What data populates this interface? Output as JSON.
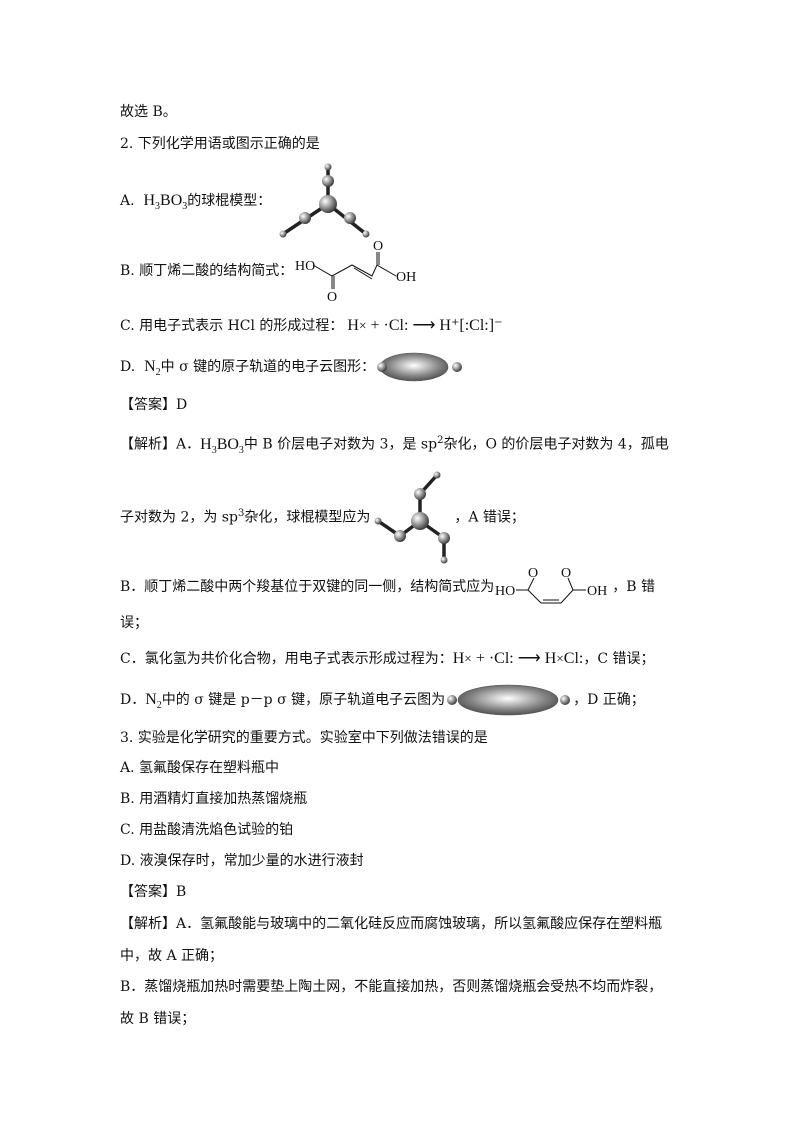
{
  "lines": {
    "l1": "故选 B。",
    "q2": "2. 下列化学用语或图示正确的是",
    "q2a_label": "A.",
    "q2a_formula": [
      "H",
      "3",
      "BO",
      "3"
    ],
    "q2a_text": "的球棍模型：",
    "q2b": "B. 顺丁烯二酸的结构简式：",
    "q2c": "C. 用电子式表示 HCl 的形成过程：",
    "q2d_label": "D.",
    "q2d_formula": [
      "N",
      "2"
    ],
    "q2d_text": "中 σ 键的原子轨道的电子云图形：",
    "answer2": "【答案】D",
    "exp2a_1": "【解析】A．",
    "exp2a_2": "中 B 价层电子对数为 3，是 sp",
    "exp2a_sup": "2",
    "exp2a_3": "杂化，O 的价层电子对数为 4，孤电",
    "exp2a_4": "子对数为 2，为 sp",
    "exp2a_sup2": "3",
    "exp2a_5": "杂化，球棍模型应为",
    "exp2a_6": "，A 错误；",
    "exp2b_1": "B．顺丁烯二酸中两个羧基位于双键的同一侧，结构简式应为",
    "exp2b_2": "，B 错",
    "exp2b_3": "误；",
    "exp2c_1": "C．氯化氢为共价化合物，用电子式表示形成过程为：",
    "exp2c_2": "，C 错误；",
    "exp2d_1": "D．",
    "exp2d_2": "中的 σ 键是 p－p  σ 键，原子轨道电子云图为",
    "exp2d_3": "，D 正确；",
    "q3": "3. 实验是化学研究的重要方式。实验室中下列做法错误的是",
    "q3a": "A. 氢氟酸保存在塑料瓶中",
    "q3b": "B. 用酒精灯直接加热蒸馏烧瓶",
    "q3c": "C. 用盐酸清洗焰色试验的铂",
    "q3d": "D. 液溴保存时，常加少量的水进行液封",
    "answer3": "【答案】B",
    "exp3a_1": "【解析】A．氢氟酸能与玻璃中的二氧化硅反应而腐蚀玻璃，所以氢氟酸应保存在塑料瓶",
    "exp3a_2": "中，故 A 正确；",
    "exp3b_1": "B．蒸馏烧瓶加热时需要垫上陶土网，不能直接加热，否则蒸馏烧瓶会受热不均而炸裂，",
    "exp3b_2": "故 B 错误；"
  },
  "chem": {
    "HO": "HO",
    "OH": "OH",
    "O": "O",
    "H": "H",
    "Cl": "Cl",
    "plus": "+",
    "hplus": "H⁺[",
    "minus": "]⁻"
  }
}
